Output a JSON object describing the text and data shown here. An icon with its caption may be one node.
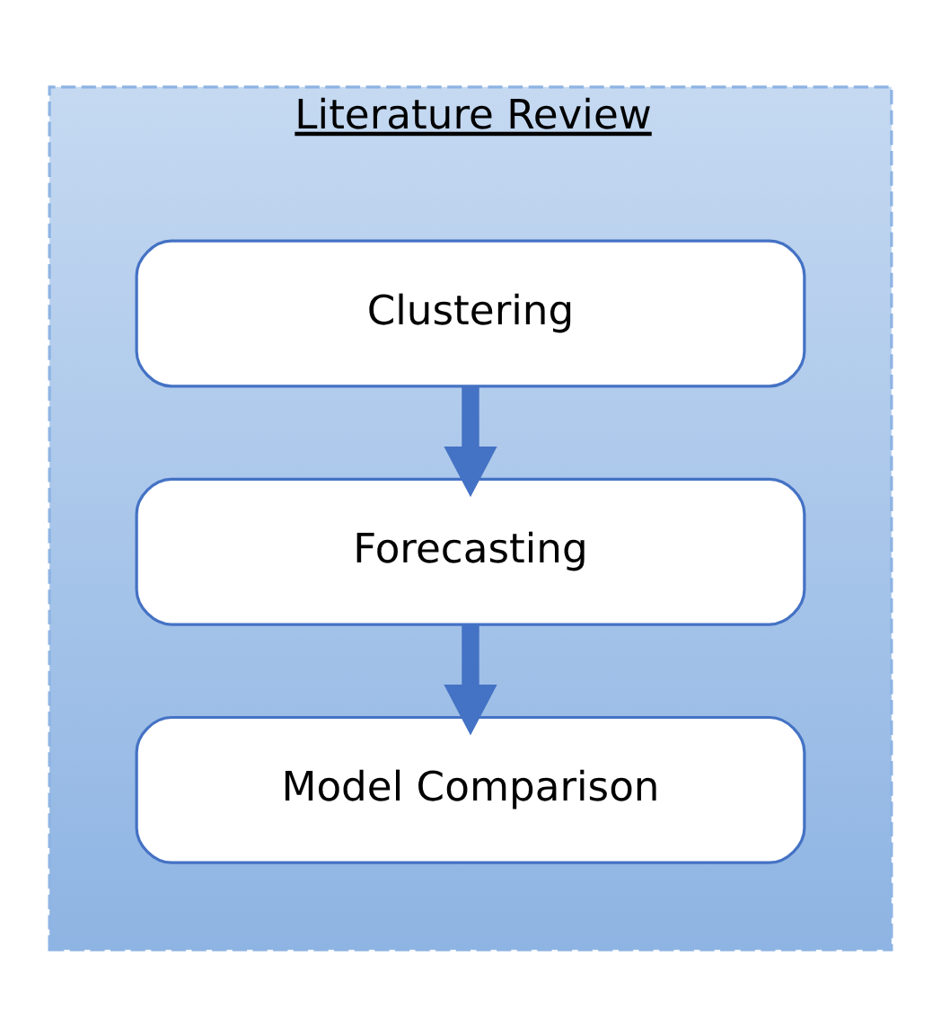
{
  "diagram": {
    "nodes": [
      {
        "text": [
          "Literature Review"
        ]
      },
      {
        "text": [
          "Clustering"
        ],
        "in": 0
      },
      {
        "text": [
          "Forecasting"
        ],
        "in": 0
      },
      {
        "text": [
          "Model Comparison"
        ],
        "in": 0
      }
    ],
    "edges": [
      {
        "from": 1,
        "to": 2,
        "arrow": "to"
      },
      {
        "from": 2,
        "to": 3,
        "arrow": "to"
      }
    ]
  }
}
